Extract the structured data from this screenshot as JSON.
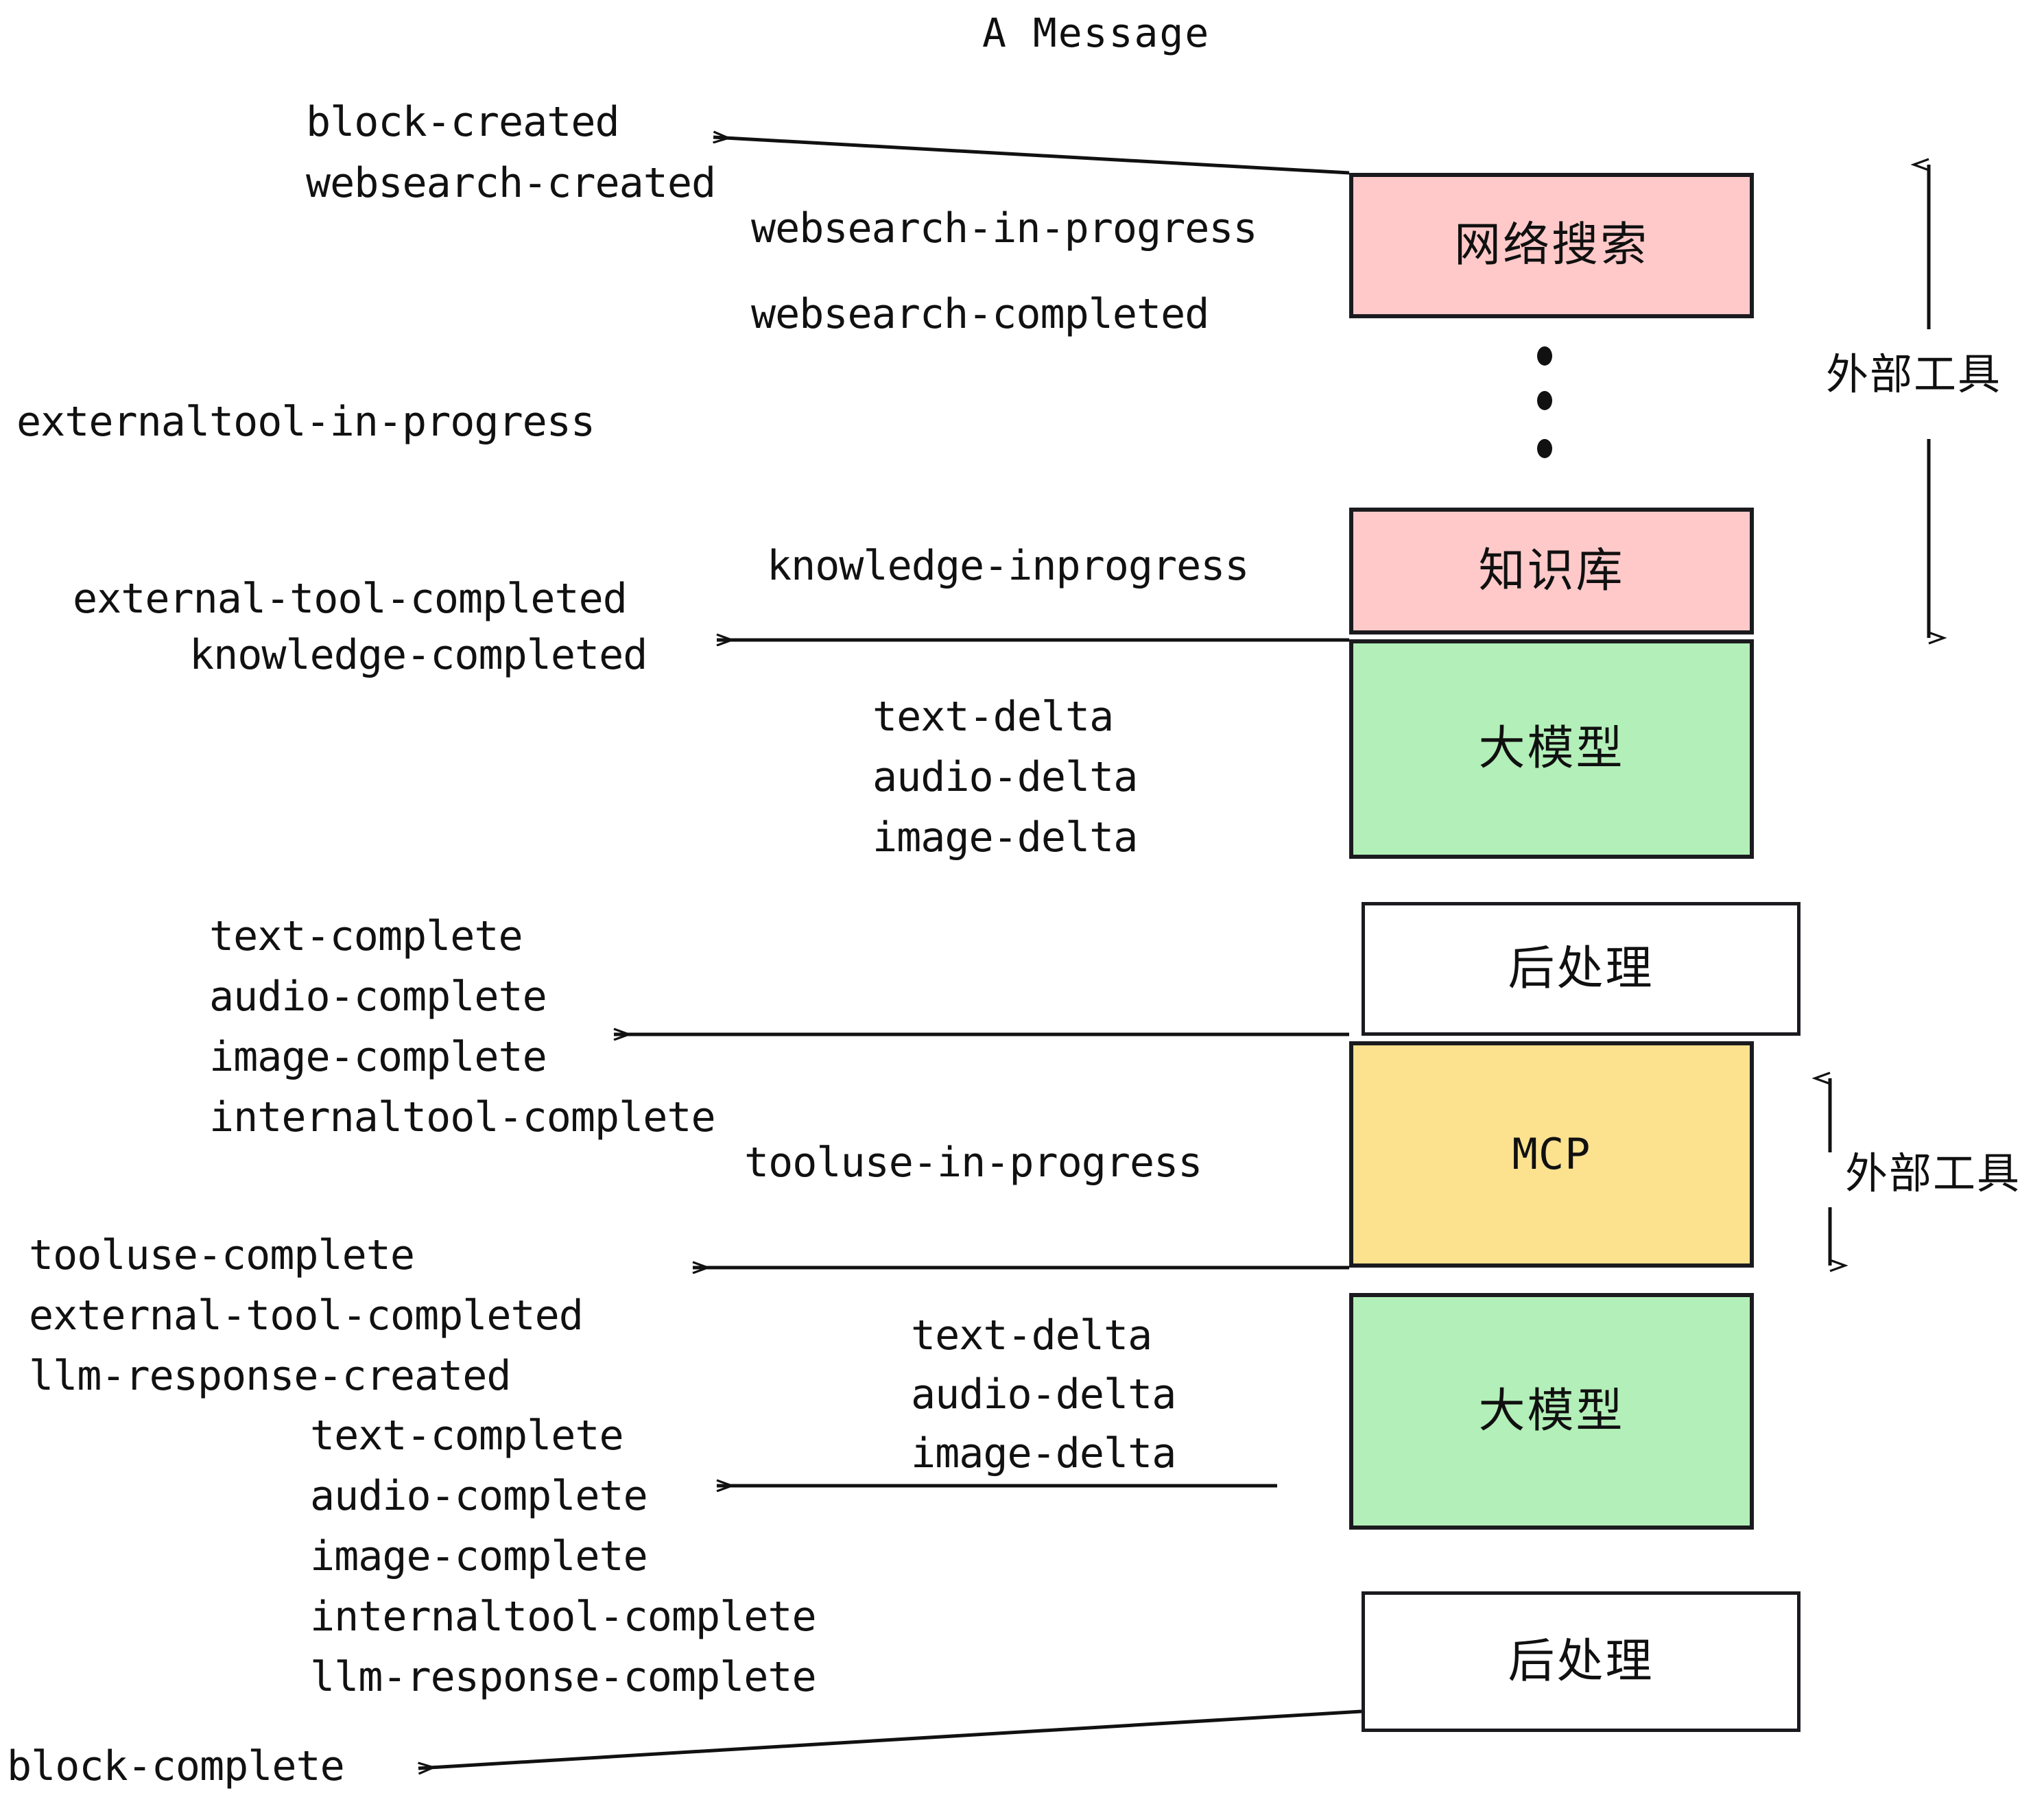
{
  "diagram": {
    "title": "A Message",
    "colors": {
      "pink": "#ffc9c9",
      "green": "#b3efb8",
      "yellow": "#fce18f",
      "white": "#ffffff",
      "stroke": "#1b1b1f",
      "text": "#111111",
      "background": "#ffffff"
    },
    "nodes": [
      {
        "id": "websearch",
        "label": "网络搜索",
        "fill": "#ffc9c9",
        "mono": false
      },
      {
        "id": "knowledge",
        "label": "知识库",
        "fill": "#ffc9c9",
        "mono": false
      },
      {
        "id": "llm-1",
        "label": "大模型",
        "fill": "#b3efb8",
        "mono": false
      },
      {
        "id": "postprocess-1",
        "label": "后处理",
        "fill": "#ffffff",
        "mono": false
      },
      {
        "id": "mcp",
        "label": "MCP",
        "fill": "#fce18f",
        "mono": true
      },
      {
        "id": "llm-2",
        "label": "大模型",
        "fill": "#b3efb8",
        "mono": false
      },
      {
        "id": "postprocess-2",
        "label": "后处理",
        "fill": "#ffffff",
        "mono": false
      }
    ],
    "group_labels": [
      {
        "id": "external-tools-top",
        "label": "外部工具"
      },
      {
        "id": "external-tools-bottom",
        "label": "外部工具"
      }
    ],
    "events": [
      {
        "id": "block-created",
        "text": "block-created"
      },
      {
        "id": "websearch-created",
        "text": "websearch-created"
      },
      {
        "id": "websearch-in-progress",
        "text": "websearch-in-progress"
      },
      {
        "id": "websearch-completed",
        "text": "websearch-completed"
      },
      {
        "id": "externaltool-in-progress",
        "text": "externaltool-in-progress"
      },
      {
        "id": "knowledge-inprogress",
        "text": "knowledge-inprogress"
      },
      {
        "id": "external-tool-completed-1",
        "text": "external-tool-completed"
      },
      {
        "id": "knowledge-completed",
        "text": "knowledge-completed"
      },
      {
        "id": "text-delta-1",
        "text": "text-delta"
      },
      {
        "id": "audio-delta-1",
        "text": "audio-delta"
      },
      {
        "id": "image-delta-1",
        "text": "image-delta"
      },
      {
        "id": "text-complete-1",
        "text": "text-complete"
      },
      {
        "id": "audio-complete-1",
        "text": "audio-complete"
      },
      {
        "id": "image-complete-1",
        "text": "image-complete"
      },
      {
        "id": "internaltool-complete-1",
        "text": "internaltool-complete"
      },
      {
        "id": "tooluse-in-progress",
        "text": "tooluse-in-progress"
      },
      {
        "id": "tooluse-complete",
        "text": "tooluse-complete"
      },
      {
        "id": "external-tool-completed-2",
        "text": "external-tool-completed"
      },
      {
        "id": "llm-response-created",
        "text": "llm-response-created"
      },
      {
        "id": "text-delta-2",
        "text": "text-delta"
      },
      {
        "id": "audio-delta-2",
        "text": "audio-delta"
      },
      {
        "id": "image-delta-2",
        "text": "image-delta"
      },
      {
        "id": "text-complete-2",
        "text": "text-complete"
      },
      {
        "id": "audio-complete-2",
        "text": "audio-complete"
      },
      {
        "id": "image-complete-2",
        "text": "image-complete"
      },
      {
        "id": "internaltool-complete-2",
        "text": "internaltool-complete"
      },
      {
        "id": "llm-response-complete",
        "text": "llm-response-complete"
      },
      {
        "id": "block-complete",
        "text": "block-complete"
      }
    ]
  }
}
